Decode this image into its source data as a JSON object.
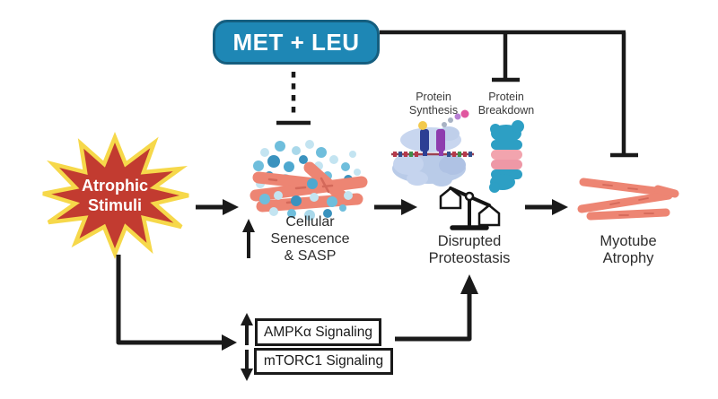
{
  "diagram": {
    "title": "MET + LEU protection against myotube atrophy pathway",
    "nodes": {
      "met_leu": {
        "label": "MET + LEU"
      },
      "atrophic_stimuli": {
        "label": "Atrophic\nStimuli"
      },
      "cellular_senescence": {
        "label": "Cellular\nSenescence\n& SASP"
      },
      "protein_synthesis": {
        "label": "Protein\nSynthesis"
      },
      "protein_breakdown": {
        "label": "Protein\nBreakdown"
      },
      "disrupted_proteostasis": {
        "label": "Disrupted\nProteostasis"
      },
      "myotube_atrophy": {
        "label": "Myotube\nAtrophy"
      },
      "ampk_signaling": {
        "label": "AMPKα Signaling"
      },
      "mtorc1_signaling": {
        "label": "mTORC1 Signaling"
      }
    },
    "edges": [
      {
        "from": "atrophic_stimuli",
        "to": "cellular_senescence",
        "type": "activation"
      },
      {
        "from": "cellular_senescence",
        "to": "disrupted_proteostasis",
        "type": "activation"
      },
      {
        "from": "disrupted_proteostasis",
        "to": "myotube_atrophy",
        "type": "activation"
      },
      {
        "from": "atrophic_stimuli",
        "to": "ampk_mtorc1_signaling_boxes",
        "type": "activation"
      },
      {
        "from": "ampk_mtorc1_signaling_boxes",
        "to": "disrupted_proteostasis",
        "type": "activation"
      },
      {
        "from": "met_leu",
        "to": "cellular_senescence",
        "type": "inhibition",
        "style": "dashed"
      },
      {
        "from": "met_leu",
        "to": "protein_breakdown",
        "type": "inhibition",
        "style": "solid"
      },
      {
        "from": "met_leu",
        "to": "myotube_atrophy",
        "type": "inhibition",
        "style": "solid"
      },
      {
        "at": "cellular_senescence",
        "annotation": "increase (up arrow)"
      },
      {
        "at": "ampk_signaling",
        "annotation": "increase (up arrow)"
      },
      {
        "at": "mtorc1_signaling",
        "annotation": "decrease (down arrow)"
      }
    ],
    "colors": {
      "met_leu_fill": "#1E87B5",
      "met_leu_border": "#155E7F",
      "starburst_fill": "#C23B30",
      "starburst_outline": "#F6D84A",
      "arrow_black": "#1A1A1A",
      "myotube_salmon": "#ED8573",
      "myotube_stripe": "#D4695A",
      "sasp_blues": [
        "#C3E4F1",
        "#A9D8EA",
        "#6FBEDC",
        "#4EA8CF",
        "#3A92BE"
      ],
      "proteasome_teal": "#2D9FC4",
      "proteasome_pink": "#F2A4AE",
      "ribosome_body": "#BFCFEA",
      "trna_blue": "#2C3F94",
      "trna_purple": "#8E3DAE",
      "label_text": "#2D2D2D"
    }
  }
}
